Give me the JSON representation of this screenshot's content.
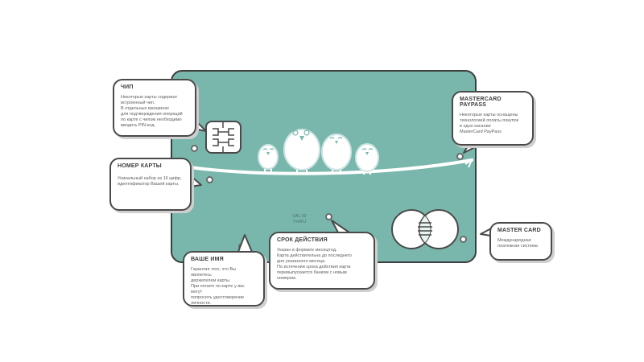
{
  "card": {
    "valid_thru": [
      "VALID",
      "THRU"
    ]
  },
  "bubbles": {
    "chip": {
      "title": "ЧИП",
      "lines": [
        "Некоторые карты содержат",
        "встроенный чип.",
        "В отдельных магазинах",
        "для подтверждения операций",
        "по карте с чипом необходимо",
        "вводить PIN-код."
      ]
    },
    "number": {
      "title": "НОМЕР КАРТЫ",
      "lines": [
        "Уникальный набор из 16 цифр,",
        "идентификатор Вашей карты."
      ]
    },
    "name": {
      "title": "ВАШЕ ИМЯ",
      "lines": [
        "Гарантия того, что Вы являетесь",
        "держателем карты.",
        "При оплате по карте у вас могут",
        "попросить удостоверение личности."
      ]
    },
    "expiry": {
      "title": "СРОК ДЕЙСТВИЯ",
      "lines": [
        "Указан в формате месяц/год.",
        "Карта действительна до последнего",
        "дня указанного месяца.",
        "По истечении срока действия карта",
        "перевыпускается банком с новым номером."
      ]
    },
    "paypass": {
      "title": "MASTERCARD PAYPASS",
      "lines": [
        "Некоторые карты оснащены",
        "технологией оплаты покупок",
        "в одно касание",
        "MasterCard PayPass"
      ]
    },
    "mastercard": {
      "title": "MASTER CARD",
      "lines": [
        "Международная",
        "платежная система"
      ]
    }
  }
}
